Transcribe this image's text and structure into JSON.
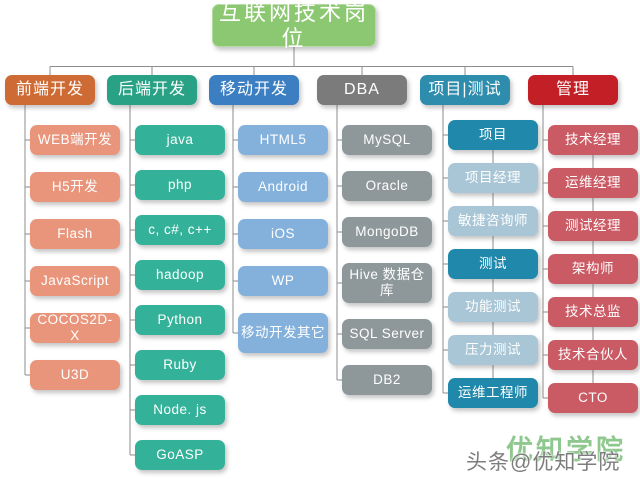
{
  "root": {
    "label": "互联网技术岗位",
    "color": "#8cc872"
  },
  "branches": [
    {
      "label": "前端开发",
      "header_color": "#ce6b34",
      "child_color": "#e9957b",
      "children": [
        {
          "label": "WEB端开发"
        },
        {
          "label": "H5开发"
        },
        {
          "label": "Flash"
        },
        {
          "label": "JavaScript"
        },
        {
          "label": "COCOS2D-X"
        },
        {
          "label": "U3D"
        }
      ]
    },
    {
      "label": "后端开发",
      "header_color": "#29a185",
      "child_color": "#34b299",
      "children": [
        {
          "label": "java"
        },
        {
          "label": "php"
        },
        {
          "label": "c, c#, c++"
        },
        {
          "label": "hadoop"
        },
        {
          "label": "Python"
        },
        {
          "label": "Ruby"
        },
        {
          "label": "Node. js"
        },
        {
          "label": "GoASP"
        }
      ]
    },
    {
      "label": "移动开发",
      "header_color": "#3b7ec2",
      "child_color": "#84b1db",
      "children": [
        {
          "label": "HTML5"
        },
        {
          "label": "Android"
        },
        {
          "label": "iOS"
        },
        {
          "label": "WP"
        },
        {
          "label": "移动开发其它",
          "tall": true
        }
      ]
    },
    {
      "label": "DBA",
      "header_color": "#7b7b7b",
      "child_color": "#8e989a",
      "children": [
        {
          "label": "MySQL"
        },
        {
          "label": "Oracle"
        },
        {
          "label": "MongoDB"
        },
        {
          "label": "Hive 数据仓库",
          "tall": true
        },
        {
          "label": "SQL Server"
        },
        {
          "label": "DB2"
        }
      ]
    },
    {
      "label": "项目|测试",
      "header_color": "#2e8cac",
      "child_color": "#a9c6d6",
      "dark_color": "#1f88ab",
      "children": [
        {
          "label": "项目",
          "tone": "dark"
        },
        {
          "label": "项目经理",
          "tone": "light"
        },
        {
          "label": "敏捷咨询师",
          "tone": "light"
        },
        {
          "label": "测试",
          "tone": "dark"
        },
        {
          "label": "功能测试",
          "tone": "light"
        },
        {
          "label": "压力测试",
          "tone": "light"
        },
        {
          "label": "运维工程师",
          "tone": "dark"
        }
      ]
    },
    {
      "label": "管理",
      "header_color": "#c21f27",
      "child_color": "#ca5a64",
      "children": [
        {
          "label": "技术经理"
        },
        {
          "label": "运维经理"
        },
        {
          "label": "测试经理"
        },
        {
          "label": "架构师"
        },
        {
          "label": "技术总监"
        },
        {
          "label": "技术合伙人"
        },
        {
          "label": "CTO"
        }
      ]
    }
  ],
  "watermark": {
    "brand_text": "优知学院",
    "credit_text": "头条@优知学院"
  },
  "colors": {
    "background": "#ffffff",
    "connector": "#8c8c8c",
    "node_text": "#ffffff"
  }
}
